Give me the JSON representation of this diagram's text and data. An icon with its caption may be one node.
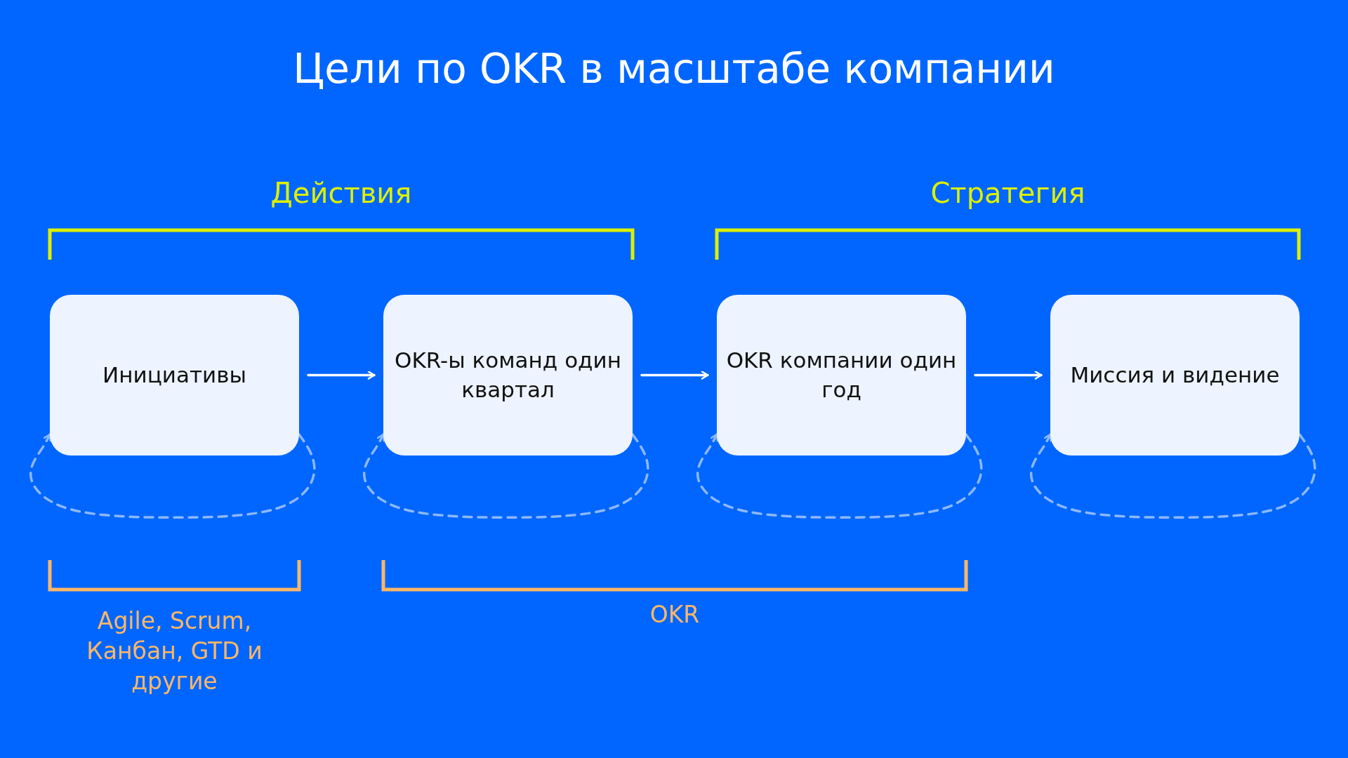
{
  "diagram": {
    "title": "Цели по OKR в масштабе компании",
    "nodes": [
      {
        "text": [
          "Инициативы"
        ]
      },
      {
        "text": [
          "OKR-ы команд один квартал"
        ]
      },
      {
        "text": [
          "OKR компании один год"
        ]
      },
      {
        "text": [
          "Миссия и видение"
        ]
      }
    ],
    "edges": [
      {
        "from": 0,
        "to": 1,
        "arrow": "to",
        "color": "#ffffff"
      },
      {
        "from": 1,
        "to": 2,
        "arrow": "to",
        "color": "#ffffff"
      },
      {
        "from": 2,
        "to": 3,
        "arrow": "to",
        "color": "#ffffff"
      },
      {
        "from": 0,
        "to": 0,
        "arrow": "to",
        "style": "dashed",
        "color": "#8cb8ff"
      },
      {
        "from": 1,
        "to": 1,
        "arrow": "to",
        "style": "dashed",
        "color": "#8cb8ff"
      },
      {
        "from": 2,
        "to": 2,
        "arrow": "to",
        "style": "dashed",
        "color": "#8cb8ff"
      },
      {
        "from": 3,
        "to": 3,
        "arrow": "to",
        "style": "dashed",
        "color": "#8cb8ff"
      }
    ],
    "labels": [
      "Действия",
      "Стратегия",
      "Agile, Scrum, Канбан, GTD и другие",
      "OKR"
    ]
  }
}
